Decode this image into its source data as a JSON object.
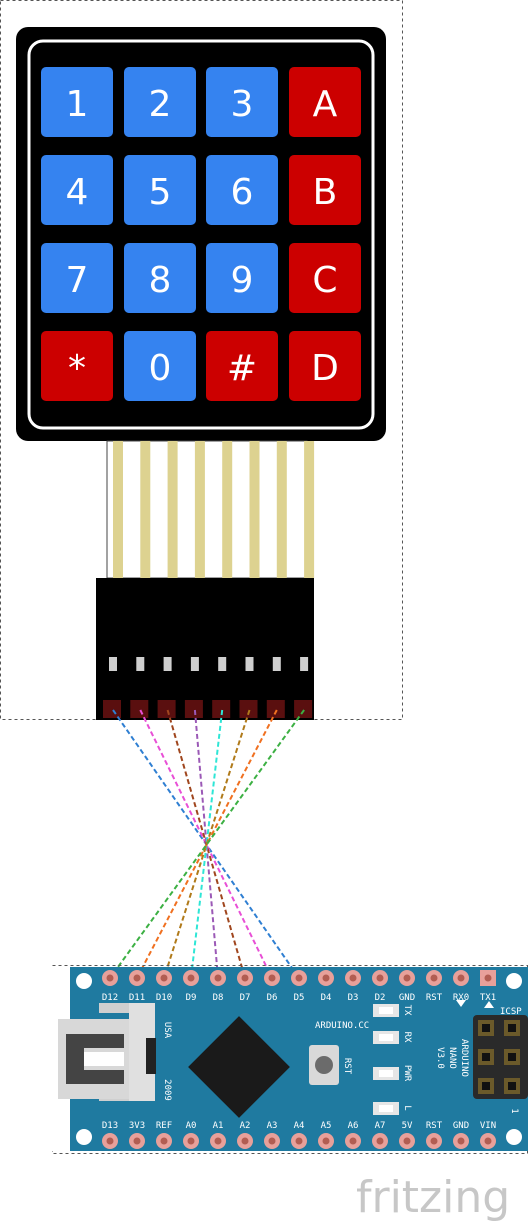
{
  "keypad": {
    "rows": [
      [
        {
          "label": "1",
          "color": "#3583f0"
        },
        {
          "label": "2",
          "color": "#3583f0"
        },
        {
          "label": "3",
          "color": "#3583f0"
        },
        {
          "label": "A",
          "color": "#cc0000"
        }
      ],
      [
        {
          "label": "4",
          "color": "#3583f0"
        },
        {
          "label": "5",
          "color": "#3583f0"
        },
        {
          "label": "6",
          "color": "#3583f0"
        },
        {
          "label": "B",
          "color": "#cc0000"
        }
      ],
      [
        {
          "label": "7",
          "color": "#3583f0"
        },
        {
          "label": "8",
          "color": "#3583f0"
        },
        {
          "label": "9",
          "color": "#3583f0"
        },
        {
          "label": "C",
          "color": "#cc0000"
        }
      ],
      [
        {
          "label": "*",
          "color": "#cc0000"
        },
        {
          "label": "0",
          "color": "#3583f0"
        },
        {
          "label": "#",
          "color": "#cc0000"
        },
        {
          "label": "D",
          "color": "#cc0000"
        }
      ]
    ],
    "connector_pins": 8
  },
  "wires": [
    {
      "from_pin": 1,
      "to": "D5",
      "color": "#2f7fd2"
    },
    {
      "from_pin": 2,
      "to": "D6",
      "color": "#e84fd6"
    },
    {
      "from_pin": 3,
      "to": "D7",
      "color": "#a0461e"
    },
    {
      "from_pin": 4,
      "to": "D8",
      "color": "#9b59b6"
    },
    {
      "from_pin": 5,
      "to": "D9",
      "color": "#2ee6d6"
    },
    {
      "from_pin": 6,
      "to": "D10",
      "color": "#b07a1a"
    },
    {
      "from_pin": 7,
      "to": "D11",
      "color": "#f07020"
    },
    {
      "from_pin": 8,
      "to": "D12",
      "color": "#3cb043"
    }
  ],
  "arduino": {
    "board_color": "#1f7aa0",
    "top_pins": [
      "D12",
      "D11",
      "D10",
      "D9",
      "D8",
      "D7",
      "D6",
      "D5",
      "D4",
      "D3",
      "D2",
      "GND",
      "RST",
      "RX0",
      "TX1"
    ],
    "bottom_pins": [
      "D13",
      "3V3",
      "REF",
      "A0",
      "A1",
      "A2",
      "A3",
      "A4",
      "A5",
      "A6",
      "A7",
      "5V",
      "RST",
      "GND",
      "VIN"
    ],
    "brand": "ARDUINO.CC",
    "model_lines": [
      "ARDUINO",
      "NANO",
      "V3.0"
    ],
    "usb_text": "USA",
    "year": "2009",
    "rst_label": "RST",
    "leds": [
      "TX",
      "RX",
      "PWR",
      "L"
    ],
    "icsp_label": "ICSP",
    "icsp_mark": "1"
  },
  "watermark": "fritzing"
}
